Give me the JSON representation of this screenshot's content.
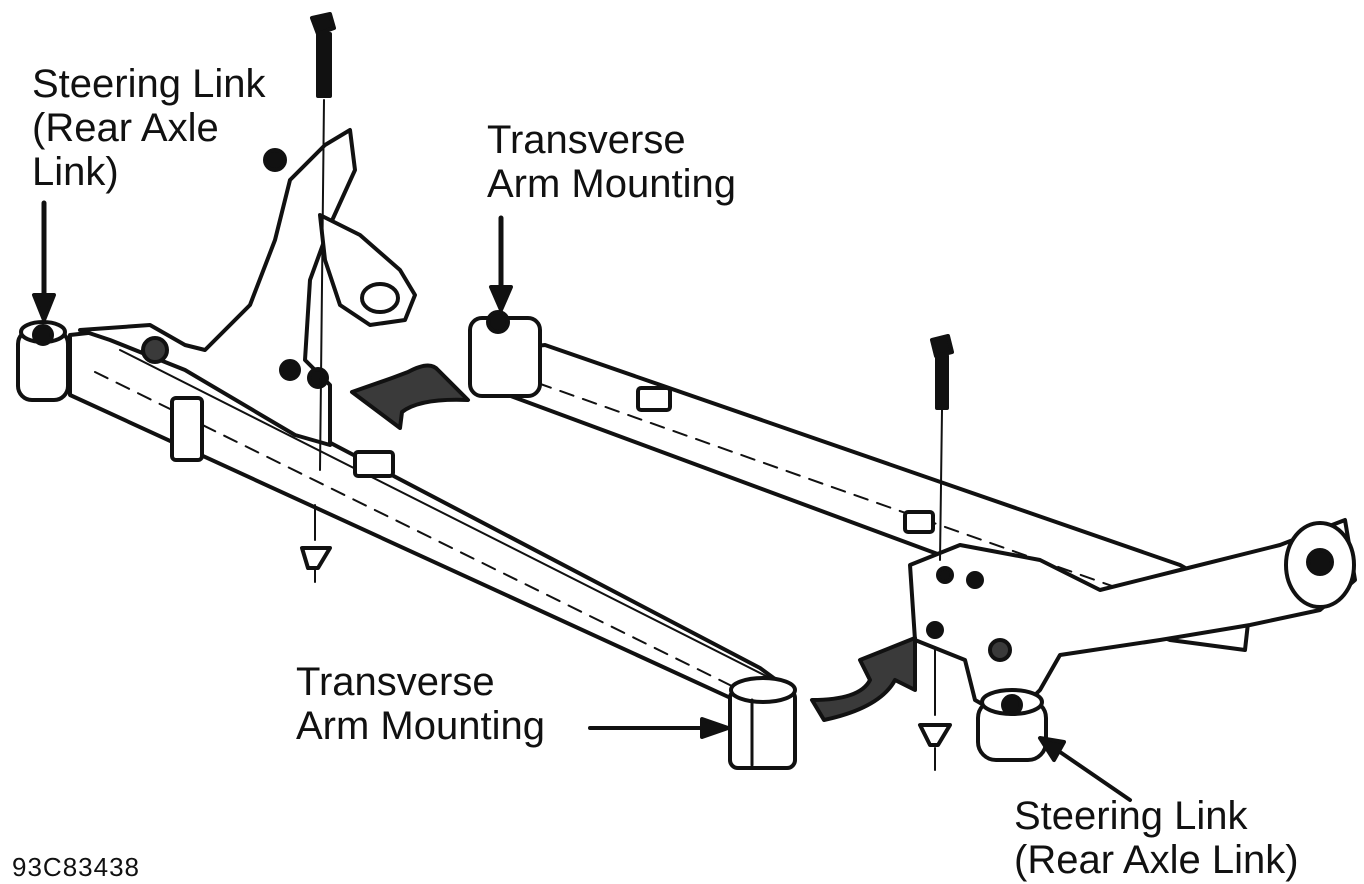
{
  "labels": {
    "steering_link_left": [
      "Steering Link",
      "(Rear Axle",
      "Link)"
    ],
    "transverse_top": [
      "Transverse",
      "Arm Mounting"
    ],
    "transverse_bottom": [
      "Transverse",
      "Arm Mounting"
    ],
    "steering_link_right": [
      "Steering Link",
      "(Rear Axle Link)"
    ]
  },
  "figure_id": "93C83438",
  "colors": {
    "ink": "#111111",
    "paper": "#ffffff",
    "shade": "#3a3a3a"
  }
}
